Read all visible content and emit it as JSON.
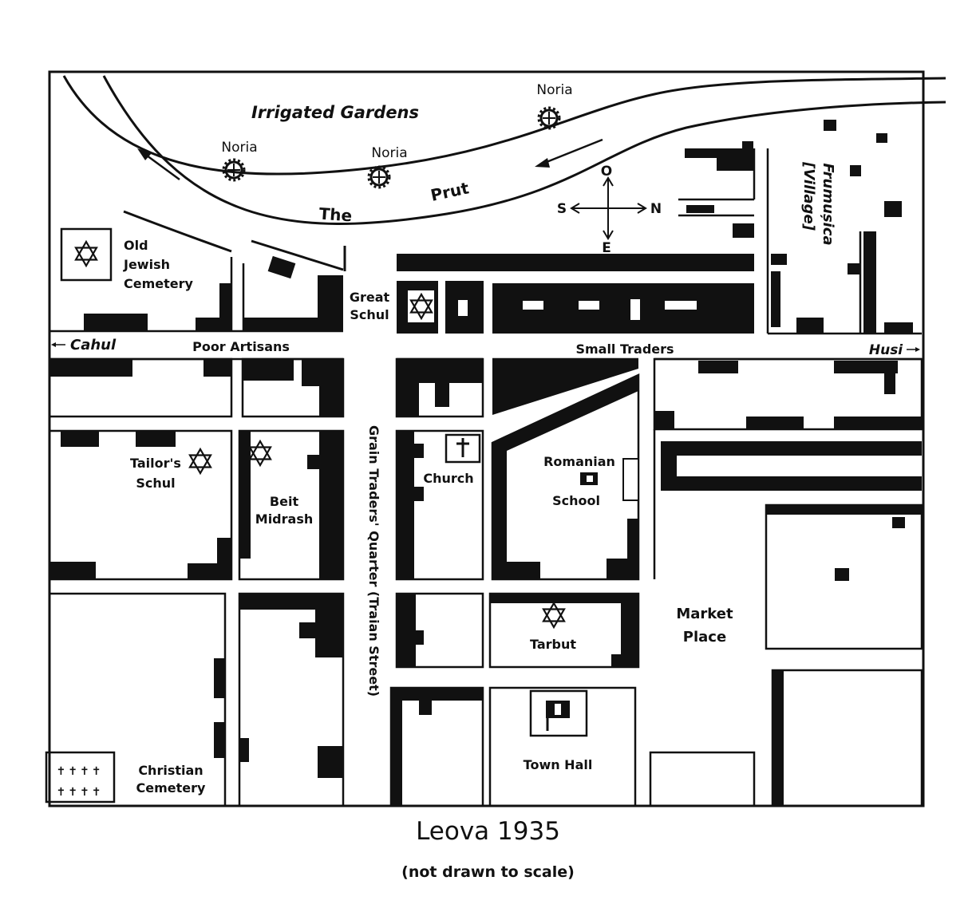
{
  "map": {
    "labels": {
      "irrigated_gardens": "Irrigated Gardens",
      "noria": "Noria",
      "the": "The",
      "prut": "Prut",
      "compass_n": "N",
      "compass_s": "S",
      "compass_e": "E",
      "compass_o": "O",
      "frumusica": "Frumușica",
      "village": "[Village]",
      "old_jewish_1": "Old",
      "old_jewish_2": "Jewish",
      "old_jewish_3": "Cemetery",
      "great_1": "Great",
      "great_2": "Schul",
      "cahul": "Cahul",
      "poor_artisans": "Poor Artisans",
      "small_traders": "Small Traders",
      "husi": "Husi",
      "tailors_1": "Tailor's",
      "tailors_2": "Schul",
      "beit_1": "Beit",
      "beit_2": "Midrash",
      "grain_street": "Grain Traders' Quarter (Traian Street)",
      "church": "Church",
      "romanian_1": "Romanian",
      "romanian_2": "School",
      "market_1": "Market",
      "market_2": "Place",
      "tarbut": "Tarbut",
      "town_hall": "Town Hall",
      "christian_1": "Christian",
      "christian_2": "Cemetery",
      "crosses_row": "✝✝✝✝"
    }
  },
  "caption": {
    "title": "Leova 1935",
    "subtitle": "(not drawn to scale)"
  }
}
